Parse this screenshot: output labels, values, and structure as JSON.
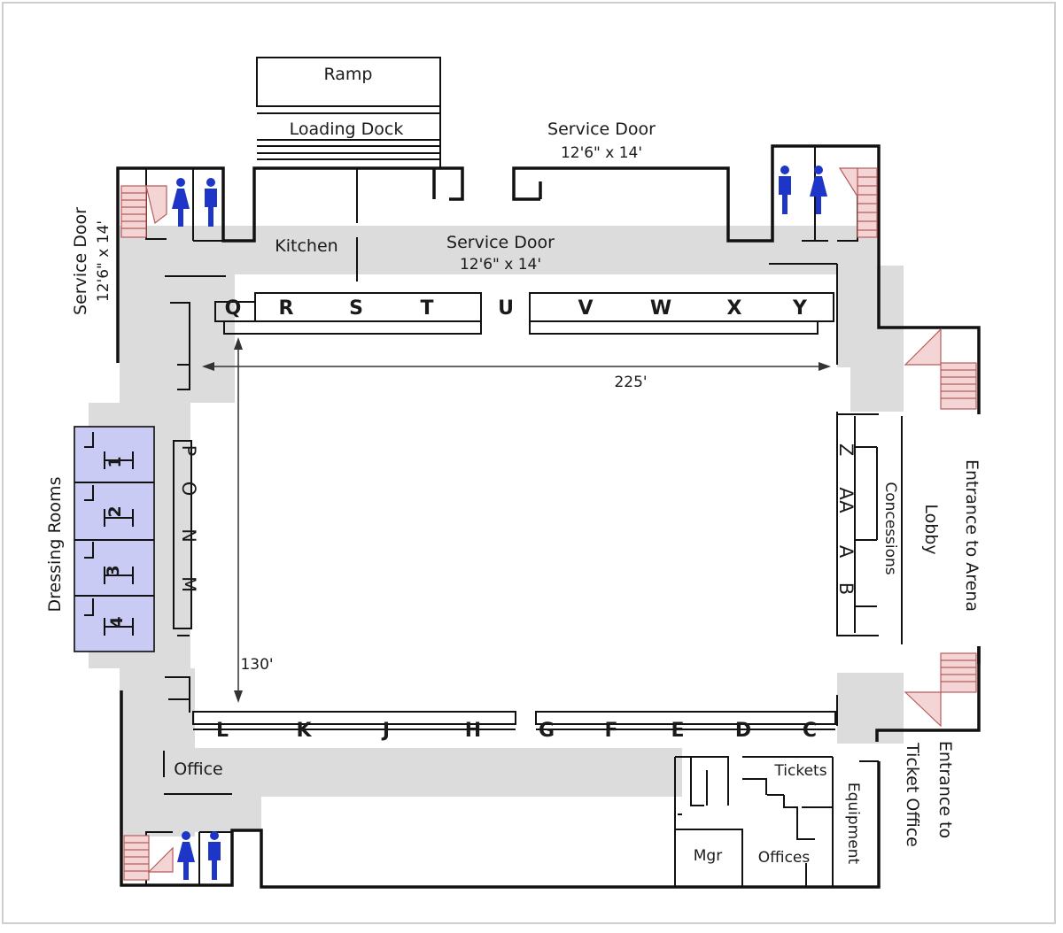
{
  "labels": {
    "ramp": "Ramp",
    "loading_dock": "Loading Dock",
    "service_door_top_title": "Service Door",
    "service_door_top_dim": "12'6\" x 14'",
    "service_door_inner_title": "Service Door",
    "service_door_inner_dim": "12'6\" x 14'",
    "kitchen": "Kitchen",
    "service_door_left_title": "Service Door",
    "service_door_left_dim": "12'6\" x 14'",
    "dressing_rooms": "Dressing Rooms",
    "width_dim": "225'",
    "height_dim": "130'",
    "concessions": "Concessions",
    "lobby": "Lobby",
    "entrance_arena": "Entrance to Arena",
    "entrance_ticket_1": "Entrance to",
    "entrance_ticket_2": "Ticket Office",
    "office": "Office",
    "tickets": "Tickets",
    "mgr": "Mgr",
    "offices": "Offices",
    "equipment": "Equipment"
  },
  "sections": {
    "top": [
      "Q",
      "R",
      "S",
      "T",
      "U",
      "V",
      "W",
      "X",
      "Y"
    ],
    "bottom": [
      "L",
      "K",
      "J",
      "H",
      "G",
      "F",
      "E",
      "D",
      "C"
    ],
    "left": [
      "P",
      "O",
      "N",
      "M"
    ],
    "right": [
      "Z",
      "AA",
      "A",
      "B"
    ]
  },
  "dressing_room_numbers": [
    "1",
    "2",
    "3",
    "4"
  ],
  "colors": {
    "corridor": "#dcdcdc",
    "dressing_room_fill": "#c9cbf5",
    "restroom_icon": "#1d36c8",
    "stairs": "#c0504d"
  }
}
